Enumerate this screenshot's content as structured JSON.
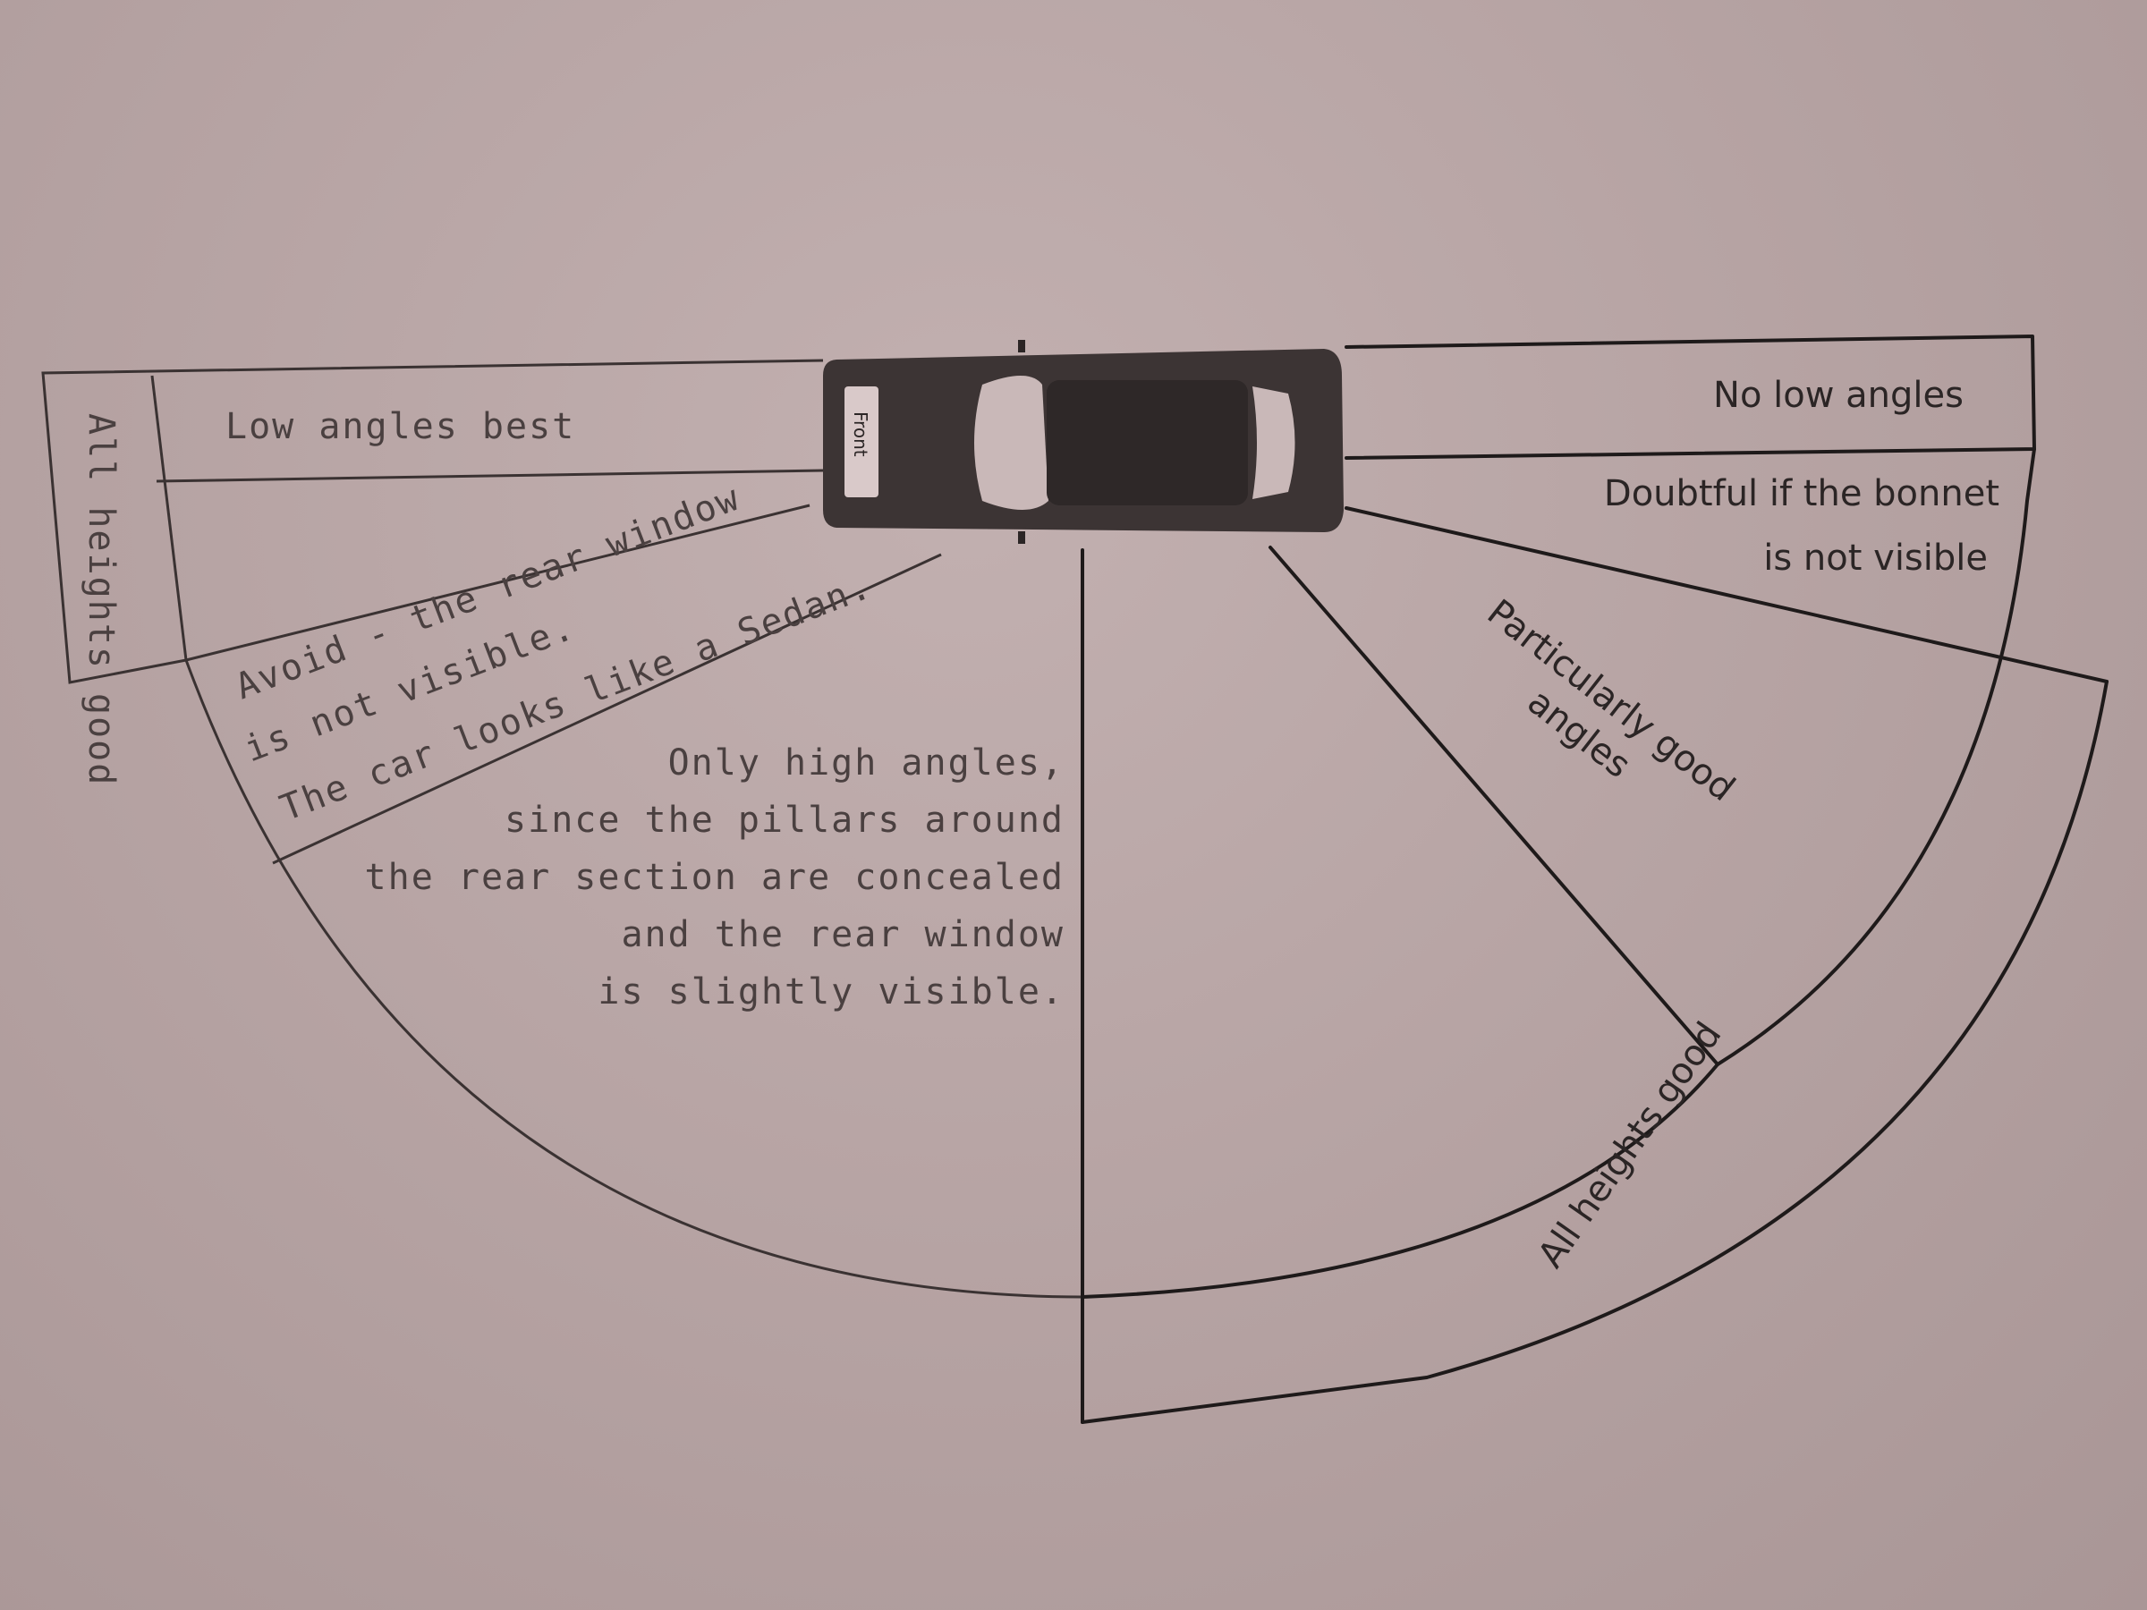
{
  "car": {
    "front_label": "Front"
  },
  "regions": {
    "rear_all_heights": "All heights good",
    "rear_low_angles": "Low angles best",
    "rear_avoid_line1": "Avoid - the rear window",
    "rear_avoid_line2": "is not visible.",
    "rear_avoid_line3": "The car looks like a Sedan.",
    "rear_high_line1": "Only high angles,",
    "rear_high_line2": "since the pillars around",
    "rear_high_line3": "the rear section are concealed",
    "rear_high_line4": "and the rear window",
    "rear_high_line5": "is slightly visible.",
    "front_no_low": "No low angles",
    "front_doubtful_line1": "Doubtful if the bonnet",
    "front_doubtful_line2": "is not visible",
    "front_particular_line1": "Particularly good",
    "front_particular_line2": "angles",
    "front_all_heights": "All heights good"
  },
  "colors": {
    "paper": "#b4a1a1",
    "ink": "#1e1a1a"
  }
}
